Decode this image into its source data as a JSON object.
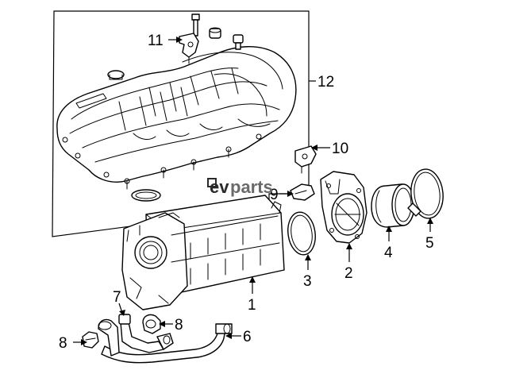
{
  "watermark": {
    "prefix": "ev",
    "suffix": "parts"
  },
  "callouts": {
    "c1": "1",
    "c2": "2",
    "c3": "3",
    "c4": "4",
    "c5": "5",
    "c6": "6",
    "c7": "7",
    "c8a": "8",
    "c8b": "8",
    "c9": "9",
    "c10": "10",
    "c11": "11",
    "c12": "12"
  },
  "parts": [
    {
      "number": "1",
      "icon": "intercooler-icon"
    },
    {
      "number": "2",
      "icon": "throttle-body-icon"
    },
    {
      "number": "3",
      "icon": "gasket-icon"
    },
    {
      "number": "4",
      "icon": "coupling-sleeve-icon"
    },
    {
      "number": "5",
      "icon": "hose-clamp-icon"
    },
    {
      "number": "6",
      "icon": "coolant-pipe-icon"
    },
    {
      "number": "7",
      "icon": "pipe-connector-icon"
    },
    {
      "number": "8",
      "icon": "clip-icon"
    },
    {
      "number": "9",
      "icon": "bracket-icon"
    },
    {
      "number": "10",
      "icon": "bracket-icon"
    },
    {
      "number": "11",
      "icon": "bracket-icon"
    },
    {
      "number": "12",
      "icon": "intake-manifold-icon"
    }
  ]
}
